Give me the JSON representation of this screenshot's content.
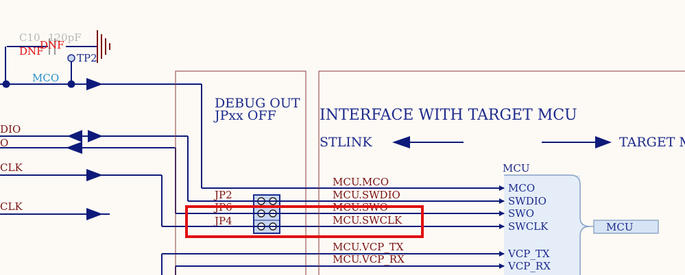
{
  "colors": {
    "wire": "#0e1a7a",
    "net_label": "#7a1414",
    "sheet_border": "#8a3a3a",
    "highlight": "#e01010",
    "pin": "#1d2a8c",
    "harness_fill": "#d6e4f5"
  },
  "components": {
    "cap_ref": "C10",
    "cap_value": "120pF",
    "dnf_1": "DNF",
    "dnf_2": "DNF",
    "testpoint": "TP2"
  },
  "left_nets": {
    "mco": "MCO",
    "swdio_partial": "DIO",
    "swo_partial": "O",
    "swclk_partial_1": "CLK",
    "swclk_partial_2": "CLK"
  },
  "debug_box": {
    "title_1": "DEBUG OUT",
    "title_2": "JPxx OFF",
    "jumpers": [
      "JP2",
      "JP6",
      "JP4"
    ]
  },
  "interface": {
    "title": "INTERFACE WITH TARGET MCU",
    "left_label": "STLINK",
    "right_label": "TARGET MCU"
  },
  "nets": [
    "MCU.MCO",
    "MCU.SWDIO",
    "MCU.SWO",
    "MCU.SWCLK",
    "MCU.VCP_TX",
    "MCU.VCP_RX"
  ],
  "harness": {
    "name": "MCU",
    "pins": [
      "MCO",
      "SWDIO",
      "SWO",
      "SWCLK",
      "VCP_TX",
      "VCP_RX"
    ],
    "connector_label": "MCU"
  }
}
